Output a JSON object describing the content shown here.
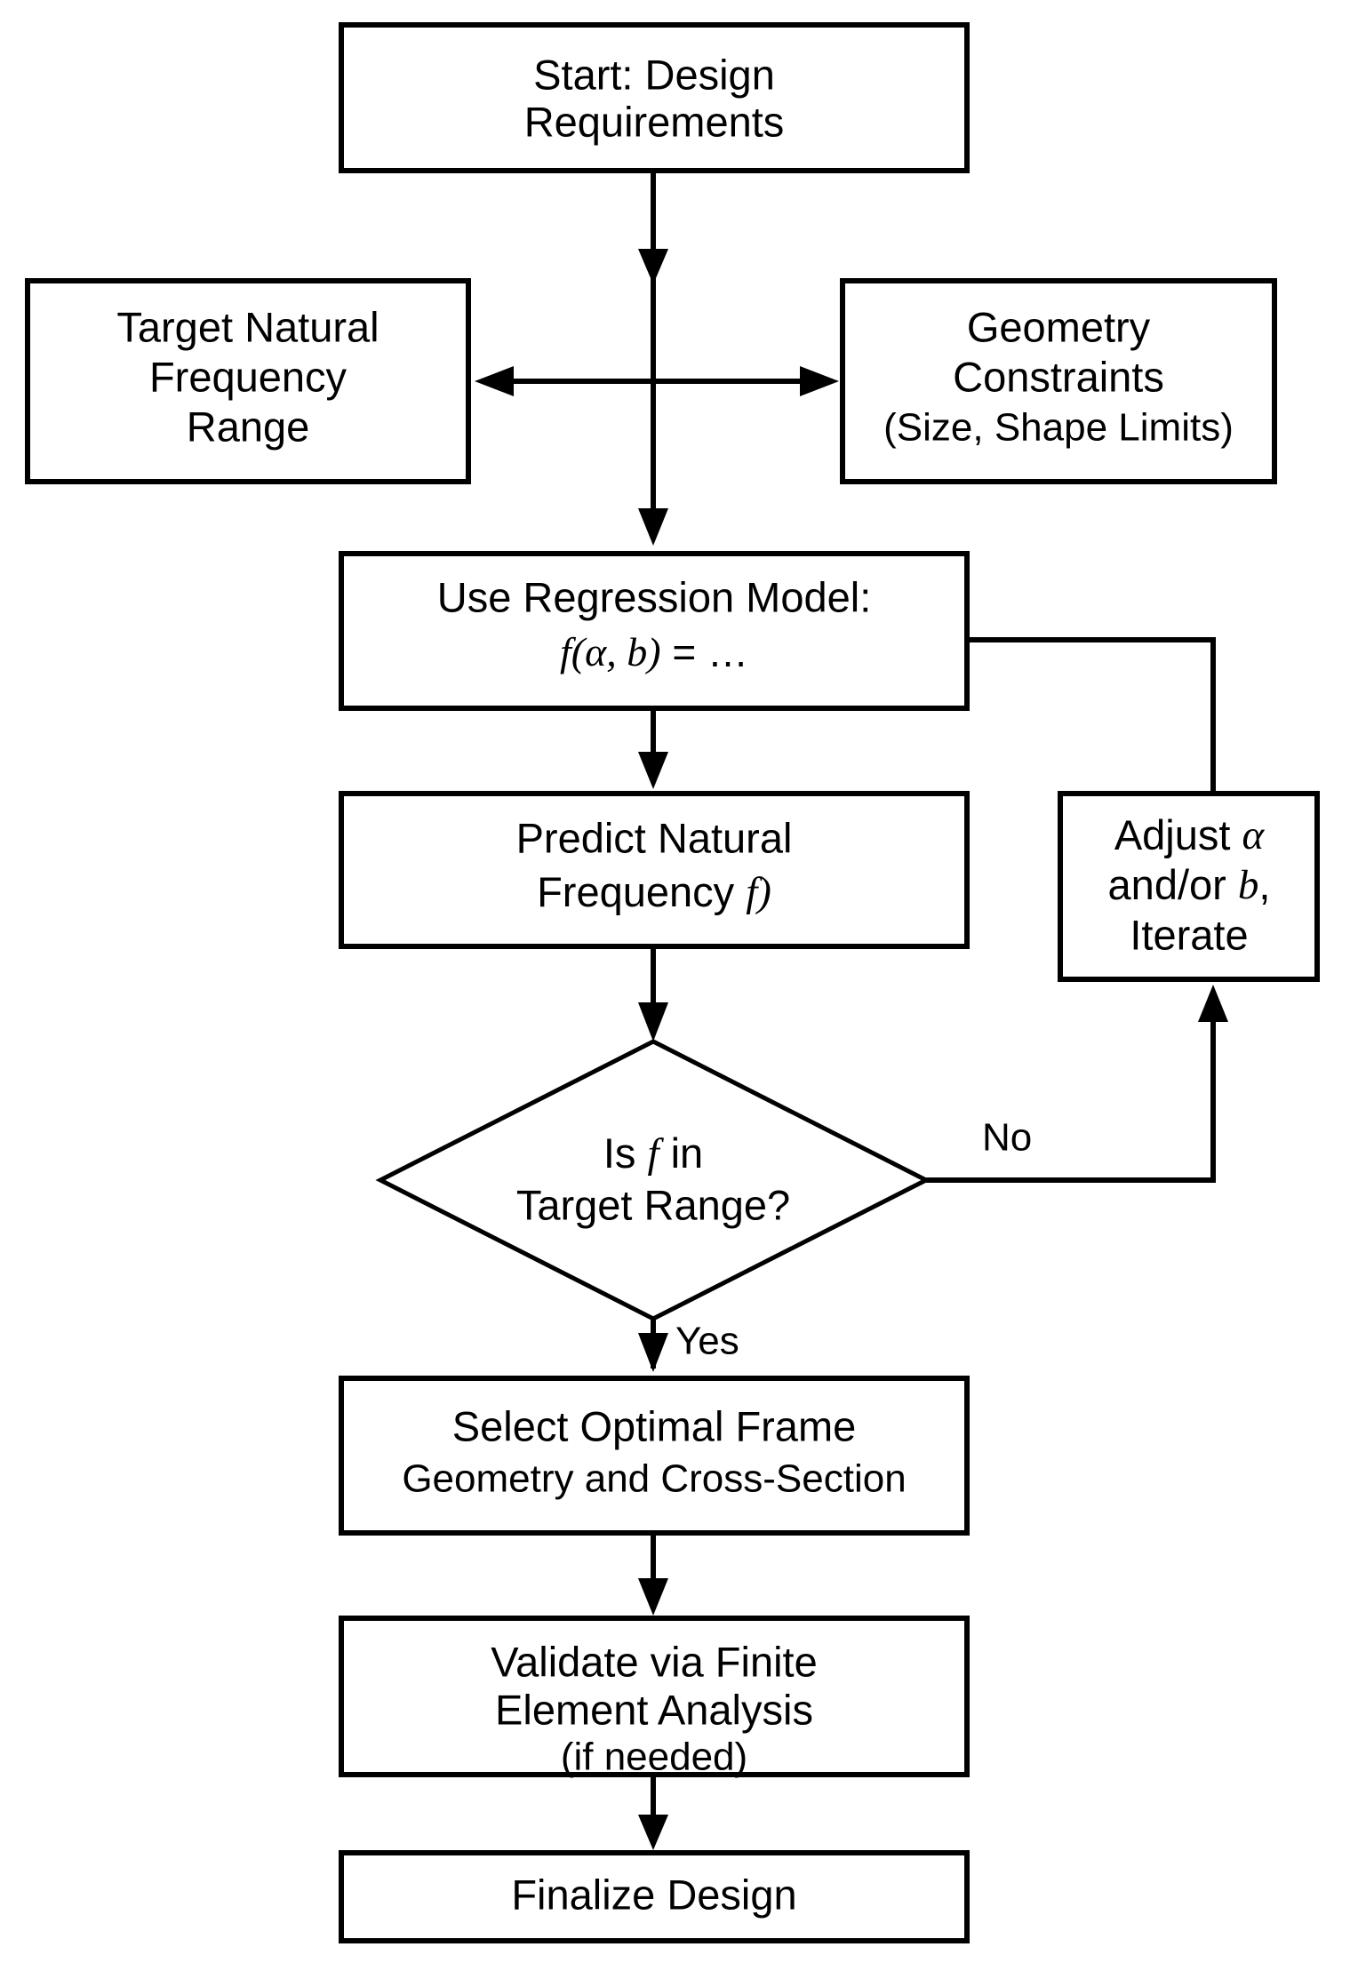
{
  "diagram": {
    "title": "Design workflow flowchart for natural frequency regression model",
    "type": "flowchart",
    "background_color": "#ffffff",
    "line_color": "#000000",
    "text_color": "#000000",
    "nodes": [
      {
        "id": "start",
        "shape": "rectangle",
        "lines": [
          "Start: Design",
          "Requirements"
        ]
      },
      {
        "id": "target-frequency",
        "shape": "rectangle",
        "lines": [
          "Target Natural",
          "Frequency",
          "Range"
        ]
      },
      {
        "id": "geometry-constraints",
        "shape": "rectangle",
        "lines": [
          "Geometry",
          "Constraints",
          "(Size, Shape Limits)"
        ]
      },
      {
        "id": "regression-model",
        "shape": "rectangle",
        "lines": [
          "Use Regression Model:",
          "f(α, b) = …"
        ],
        "formula": "f(α, b) = …"
      },
      {
        "id": "predict-frequency",
        "shape": "rectangle",
        "lines": [
          "Predict Natural",
          "Frequency f)"
        ]
      },
      {
        "id": "adjust-iterate",
        "shape": "rectangle",
        "lines": [
          "Adjust α",
          "and/or b,",
          "Iterate"
        ]
      },
      {
        "id": "decision-in-range",
        "shape": "diamond",
        "lines": [
          "Is f in",
          "Target Range?"
        ]
      },
      {
        "id": "select-frame",
        "shape": "rectangle",
        "lines": [
          "Select Optimal Frame",
          "Geometry and Cross-Section"
        ]
      },
      {
        "id": "validate-fea",
        "shape": "rectangle",
        "lines": [
          "Validate via Finite",
          "Element Analysis",
          "(if needed)"
        ]
      },
      {
        "id": "finalize-design",
        "shape": "rectangle",
        "lines": [
          "Finalize Design"
        ]
      }
    ],
    "edge_labels": {
      "no": "No",
      "yes": "Yes"
    },
    "text": {
      "start_l1": "Start: Design",
      "start_l2": "Requirements",
      "target_l1": "Target Natural",
      "target_l2": "Frequency",
      "target_l3": "Range",
      "geom_l1": "Geometry",
      "geom_l2": "Constraints",
      "geom_l3": "(Size, Shape Limits)",
      "regress_l1": "Use Regression Model:",
      "regress_f": "f",
      "regress_open": "(",
      "regress_alpha": "α",
      "regress_comma": ", ",
      "regress_b": "b",
      "regress_close": ")",
      "regress_eq": " = …",
      "predict_l1": "Predict Natural",
      "predict_l2a": "Frequency ",
      "predict_l2b": "f",
      "predict_l2c": ")",
      "adjust_l1a": "Adjust ",
      "adjust_l1b": "α",
      "adjust_l2a": "and/or ",
      "adjust_l2b": "b",
      "adjust_l2c": ",",
      "adjust_l3": "Iterate",
      "decision_l1a": "Is ",
      "decision_l1b": "f",
      "decision_l1c": " in",
      "decision_l2": "Target Range?",
      "select_l1": "Select Optimal Frame",
      "select_l2": "Geometry and Cross-Section",
      "validate_l1": "Validate via Finite",
      "validate_l2": "Element Analysis",
      "validate_l3": "(if needed)",
      "finalize_l1": "Finalize Design",
      "label_no": "No",
      "label_yes": "Yes"
    }
  }
}
